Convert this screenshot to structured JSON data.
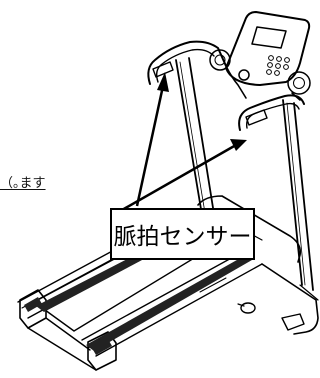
{
  "diagram": {
    "equipment": "treadmill",
    "callout_label": "脈拍センサー",
    "truncated_text": "ます。）"
  }
}
